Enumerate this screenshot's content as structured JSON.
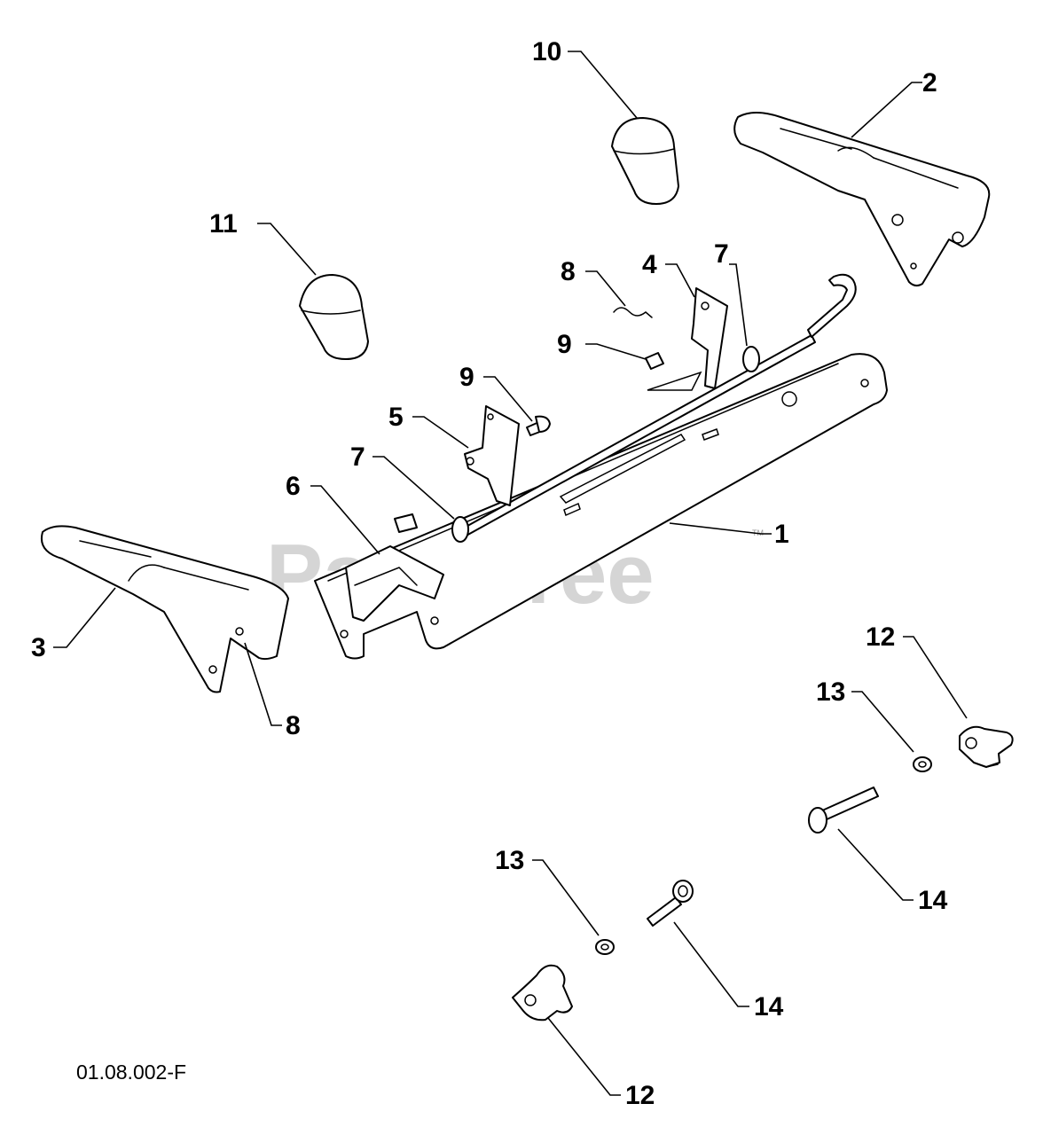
{
  "diagram": {
    "drawing_code": "01.08.002-F",
    "watermark": "PartsTree",
    "watermark_mark": "TM",
    "callouts": {
      "c1": "1",
      "c2": "2",
      "c3": "3",
      "c4": "4",
      "c5": "5",
      "c6": "6",
      "c7a": "7",
      "c7b": "7",
      "c8a": "8",
      "c8b": "8",
      "c9a": "9",
      "c9b": "9",
      "c10": "10",
      "c11": "11",
      "c12a": "12",
      "c12b": "12",
      "c13a": "13",
      "c13b": "13",
      "c14a": "14",
      "c14b": "14"
    }
  }
}
